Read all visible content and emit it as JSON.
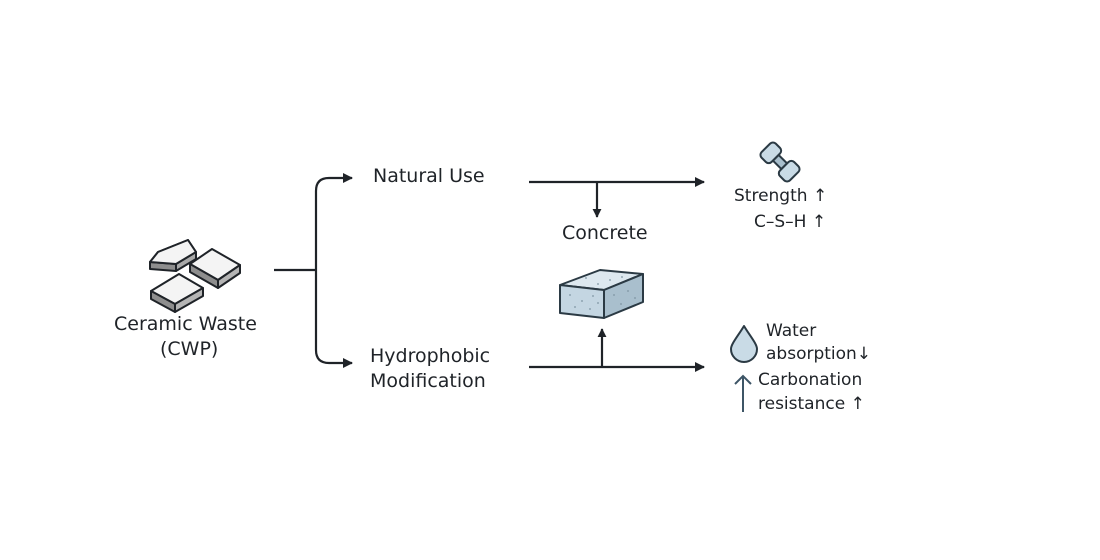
{
  "source": {
    "label_line1": "Ceramic Waste",
    "label_line2": "(CWP)",
    "icon": "ceramic-tiles-icon"
  },
  "paths": {
    "natural": "Natural Use",
    "hydrophobic_line1": "Hydrophobic",
    "hydrophobic_line2": "Modification"
  },
  "product": {
    "label": "Concrete",
    "icon": "concrete-block-icon"
  },
  "effects": {
    "natural": {
      "icon": "dumbbell-icon",
      "line1": "Strength ↑",
      "line2": "C–S–H ↑"
    },
    "hydrophobic": {
      "icon": "water-drop-icon",
      "water_line1": "Water",
      "water_line2": "absorption↓",
      "carbonation_icon": "up-arrow-icon",
      "carbonation_line1": "Carbonation",
      "carbonation_line2": "resistance ↑"
    }
  },
  "colors": {
    "line": "#1f2328",
    "icon_fill": "#c9dbe6",
    "icon_stroke": "#2b3a44",
    "block_top": "#dde8ef",
    "block_front": "#c4d6e2",
    "block_side": "#a9bfcd",
    "arrow_blue": "#3d5566"
  }
}
